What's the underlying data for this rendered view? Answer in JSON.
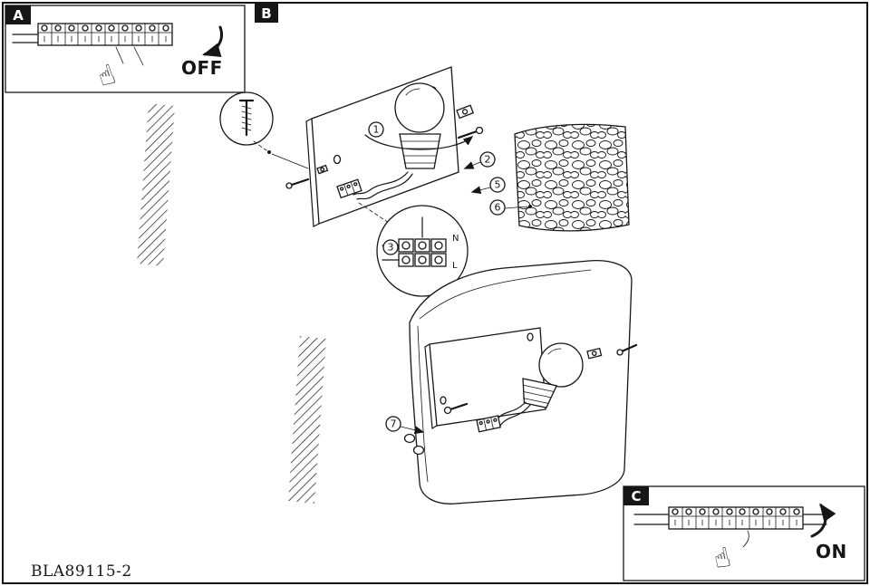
{
  "sheet": {
    "code": "BLA89115-2",
    "panels": {
      "a": {
        "label": "A",
        "state": "OFF"
      },
      "b": {
        "label": "B"
      },
      "c": {
        "label": "C",
        "state": "ON"
      }
    },
    "icons": {
      "hand": "☝"
    },
    "steps": {
      "s1": "1",
      "s2": "2",
      "s3": "3",
      "s5": "5",
      "s6": "6",
      "s7": "7"
    },
    "terminals": {
      "n": "N",
      "l": "L"
    },
    "colors": {
      "ink": "#161616",
      "paper": "#ffffff"
    }
  }
}
